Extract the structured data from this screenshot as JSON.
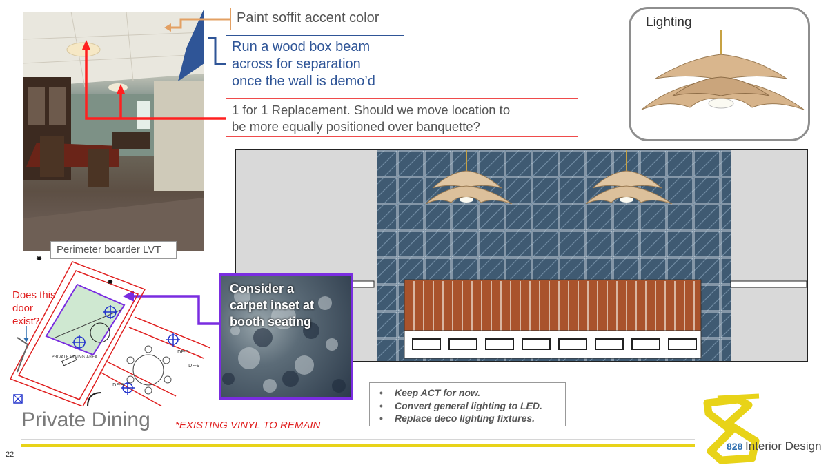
{
  "callouts": {
    "soffit": "Paint soffit accent color",
    "beam_lines": [
      "Run a wood box beam",
      "across for separation",
      "once the wall is demo’d"
    ],
    "replacement_lines": [
      "1 for 1 Replacement.  Should we move location to",
      "be more equally positioned over banquette?"
    ],
    "perimeter": "Perimeter boarder LVT",
    "carpet_lines": [
      "Consider a",
      "carpet inset at",
      "booth seating"
    ],
    "door_lines": [
      "Does this",
      "door",
      "exist?"
    ]
  },
  "lighting": {
    "label": "Lighting"
  },
  "plan": {
    "room_label": "PRIVATE DINING AREA",
    "tags": [
      "DF-5",
      "DF-9",
      "DF-9"
    ]
  },
  "notes": [
    "Keep ACT for now.",
    "Convert general lighting to LED.",
    "Replace deco lighting fixtures."
  ],
  "title": "Private Dining",
  "subtitle": "*EXISTING VINYL TO REMAIN",
  "page_number": "22",
  "brand": {
    "number": "828",
    "name": "Interior Design"
  },
  "colors": {
    "accent_yellow": "#e8d318",
    "callout_blue": "#2f5597",
    "callout_red": "#ef4b4b",
    "callout_orange": "#e3a063",
    "carpet_purple": "#7a2de0",
    "tile_blue": "#3f5a72",
    "slat_wood": "#a9532c"
  }
}
